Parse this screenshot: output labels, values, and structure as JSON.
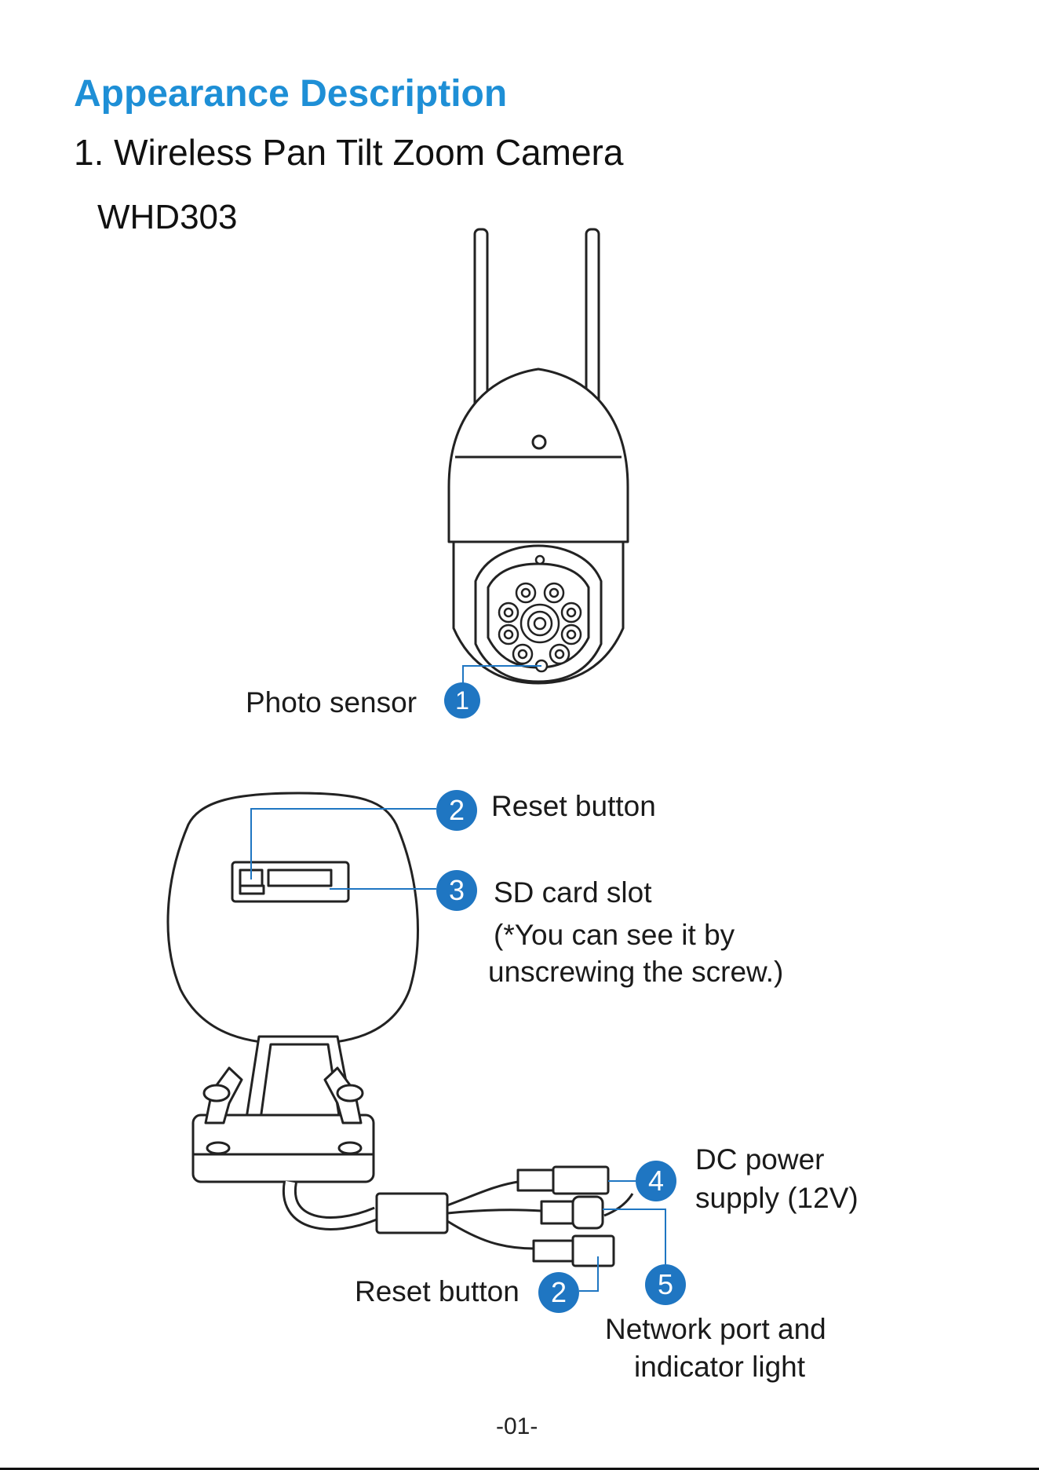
{
  "heading": "Appearance Description",
  "subheading": "1. Wireless Pan Tilt Zoom Camera",
  "model": "WHD303",
  "callouts": {
    "photo_sensor": {
      "number": "1",
      "label": "Photo sensor"
    },
    "reset_button_top": {
      "number": "2",
      "label": "Reset button"
    },
    "sd_card_slot": {
      "number": "3",
      "label": "SD card slot",
      "note_line1": "(*You can see it by",
      "note_line2": "unscrewing the screw.)"
    },
    "dc_power": {
      "number": "4",
      "label_line1": "DC power",
      "label_line2": "supply (12V)"
    },
    "network_port": {
      "number": "5",
      "label_line1": "Network port and",
      "label_line2": "indicator light"
    },
    "reset_button_cable": {
      "number": "2",
      "label": "Reset button"
    }
  },
  "page_number": "-01-",
  "colors": {
    "accent": "#1e8fd6",
    "badge": "#1f76c2",
    "line": "#1f76c2"
  }
}
